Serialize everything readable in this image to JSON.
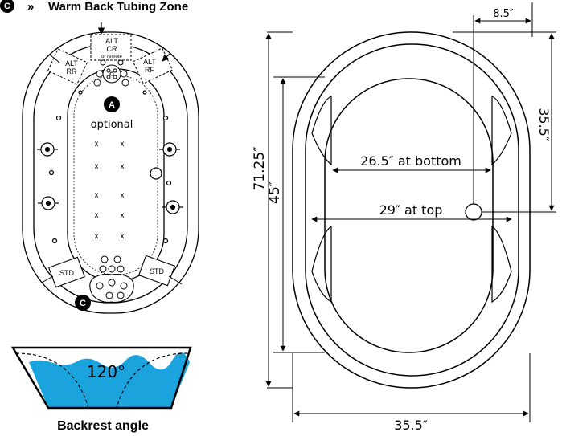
{
  "header": {
    "badge_letter": "C",
    "chevrons": "»",
    "title": "Warm Back Tubing Zone"
  },
  "top_view": {
    "alt_cr_line1": "ALT",
    "alt_cr_line2": "CR",
    "alt_cr_line3": "or remote",
    "alt_rr_line1": "ALT",
    "alt_rr_line2": "RR",
    "alt_rf_line1": "ALT",
    "alt_rf_line2": "RF",
    "marker_a": "A",
    "optional": "optional",
    "std_left": "STD",
    "std_right": "STD",
    "marker_c": "C",
    "x_mark": "x"
  },
  "backrest": {
    "angle": "120°",
    "caption": "Backrest angle"
  },
  "dimensions": {
    "top_offset": "8.5″",
    "right_height": "35.5″",
    "bottom_width_inner": "26.5″ at bottom",
    "top_width_inner": "29″ at top",
    "overall_length": "71.25″",
    "inner_length": "45″",
    "overall_width": "35.5″"
  },
  "colors": {
    "water": "#1ba3de",
    "ink": "#000000"
  }
}
